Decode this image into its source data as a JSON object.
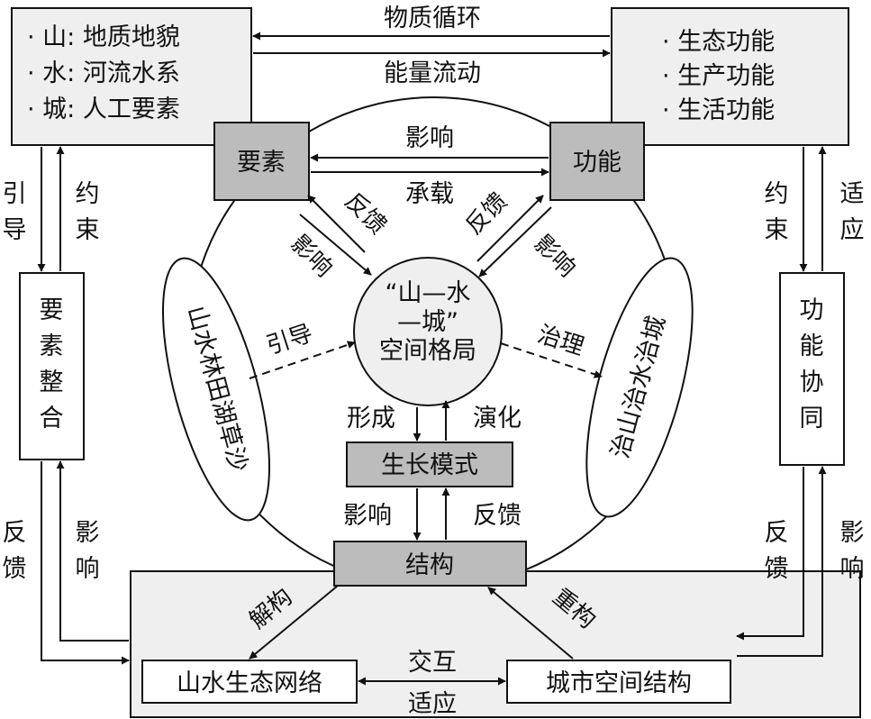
{
  "top_left_box": {
    "items": [
      "· 山: 地质地貌",
      "· 水: 河流水系",
      "· 城: 人工要素"
    ]
  },
  "top_right_box": {
    "items": [
      "· 生态功能",
      "· 生产功能",
      "· 生活功能"
    ]
  },
  "top_arrows": {
    "upper": "物质循环",
    "lower": "能量流动"
  },
  "yaosu": "要素",
  "gongneng": "功能",
  "yaosu_gongneng": {
    "upper": "影响",
    "lower": "承载"
  },
  "center": {
    "line1": "“山—水",
    "line2": "—城”",
    "line3": "空间格局"
  },
  "center_links": {
    "left_feedback": "反馈",
    "left_influence": "影响",
    "right_feedback": "反馈",
    "right_influence": "影响",
    "guide": "引导",
    "govern": "治理",
    "form": "形成",
    "evolve": "演化",
    "influence_down": "影响",
    "feedback_up": "反馈"
  },
  "left_ellipse": "山水林田湖草沙",
  "right_ellipse": "治山治水治城",
  "growth": "生长模式",
  "structure": "结构",
  "left_side": {
    "box": [
      "要",
      "素",
      "整",
      "合"
    ],
    "guide": [
      "引",
      "导"
    ],
    "constrain": [
      "约",
      "束"
    ],
    "feedback": [
      "反",
      "馈"
    ],
    "influence": [
      "影",
      "响"
    ]
  },
  "right_side": {
    "box": [
      "功",
      "能",
      "协",
      "同"
    ],
    "constrain": [
      "约",
      "束"
    ],
    "adapt": [
      "适",
      "应"
    ],
    "feedback": [
      "反",
      "馈"
    ],
    "influence": [
      "影",
      "响"
    ]
  },
  "bottom": {
    "deconstruct": "解构",
    "reconstruct": "重构",
    "left_box": "山水生态网络",
    "right_box": "城市空间结构",
    "interact": "交互",
    "adapt": "适应"
  }
}
